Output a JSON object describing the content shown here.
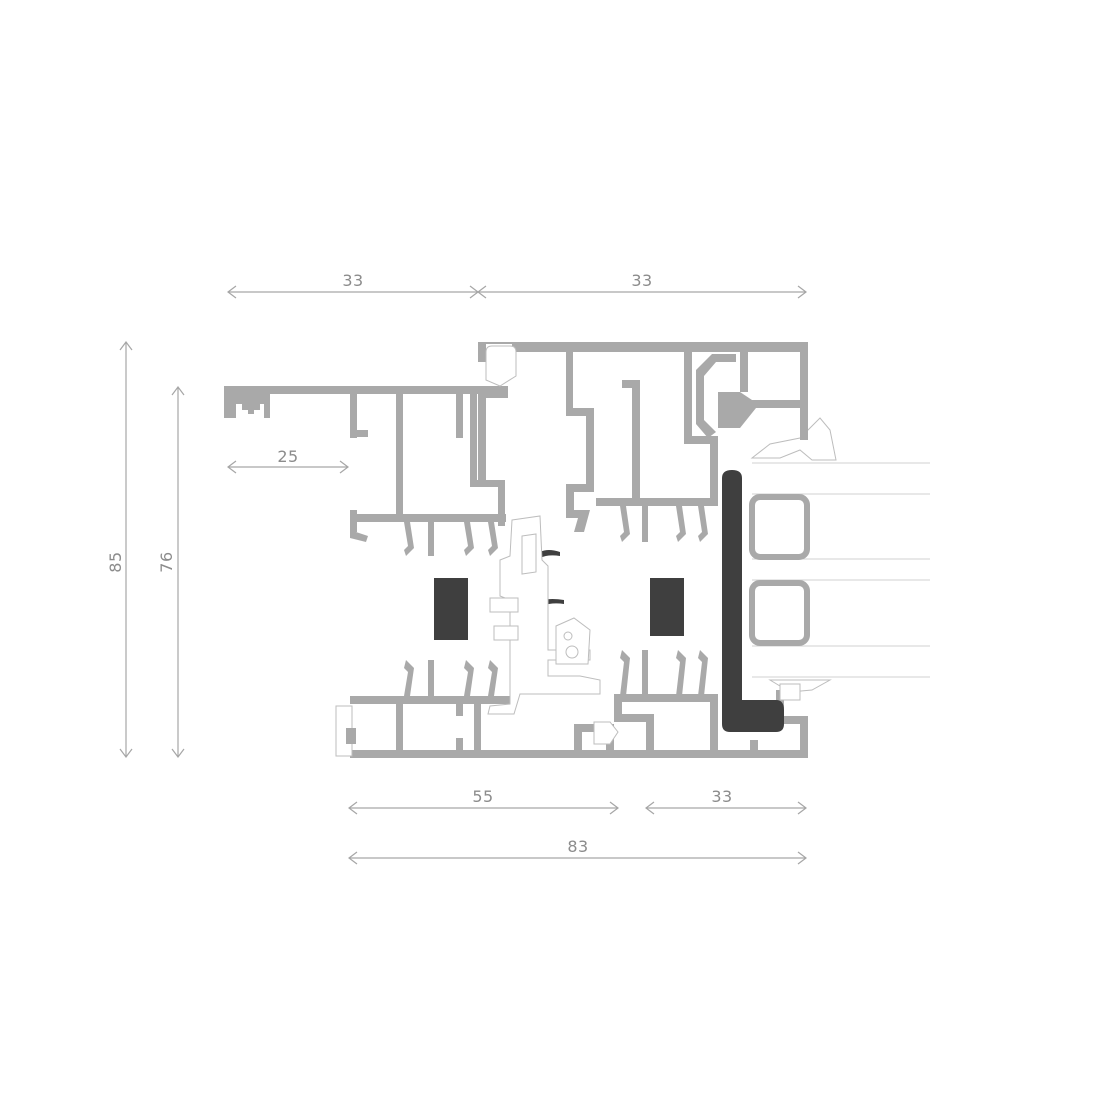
{
  "dimensions": {
    "top_left": "33",
    "top_right": "33",
    "inner_left": "25",
    "left_outer": "85",
    "left_inner": "76",
    "bottom_left": "55",
    "bottom_right": "33",
    "bottom_total": "83"
  },
  "colors": {
    "aluminium": "#a9a9a9",
    "thermal_break": "#3f3f3f",
    "dimension_lines": "#a6a6a6",
    "dimension_text": "#8c8c8c"
  }
}
